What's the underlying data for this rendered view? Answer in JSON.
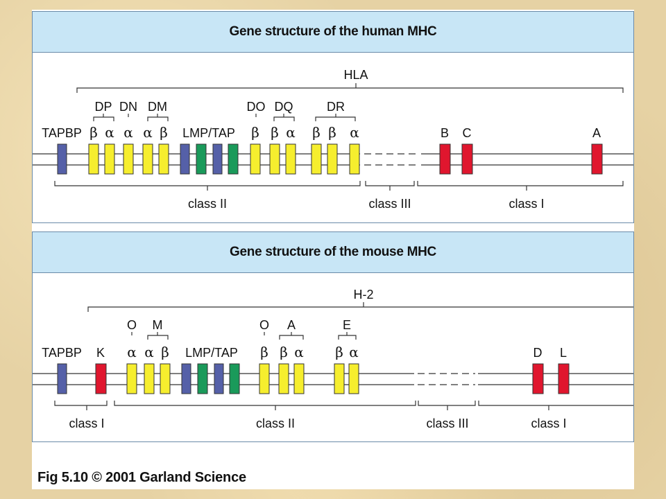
{
  "human": {
    "title": "Gene structure of the human MHC",
    "group": "HLA",
    "labels": {
      "tapbp": "TAPBP",
      "dp": "DP",
      "dn": "DN",
      "dm": "DM",
      "lmp_tap": "LMP/TAP",
      "do": "DO",
      "dq": "DQ",
      "dr": "DR",
      "b": "B",
      "c": "C",
      "a": "A",
      "greek": [
        "β",
        "α",
        "α",
        "α",
        "β",
        "β",
        "β",
        "α",
        "β",
        "β",
        "α"
      ]
    },
    "regions": {
      "class2": "class II",
      "class3": "class III",
      "class1": "class I"
    }
  },
  "mouse": {
    "title": "Gene structure of the mouse MHC",
    "group": "H-2",
    "labels": {
      "tapbp": "TAPBP",
      "k": "K",
      "o1": "O",
      "m": "M",
      "lmp_tap": "LMP/TAP",
      "o2": "O",
      "a": "A",
      "e": "E",
      "d": "D",
      "l": "L",
      "greek": [
        "α",
        "α",
        "β",
        "β",
        "β",
        "α",
        "β",
        "α"
      ]
    },
    "regions": {
      "class1_left": "class I",
      "class2": "class II",
      "class3": "class III",
      "class1_right": "class I"
    }
  },
  "colors": {
    "tapbp_gene": "#5560a8",
    "class2_gene": "#f6ee2e",
    "lmp_gene": "#5560a8",
    "tap_gene": "#1a9a5a",
    "class1_gene": "#e0162e",
    "header_bg": "#c8e6f6"
  },
  "caption": "Fig 5.10  © 2001 Garland Science"
}
